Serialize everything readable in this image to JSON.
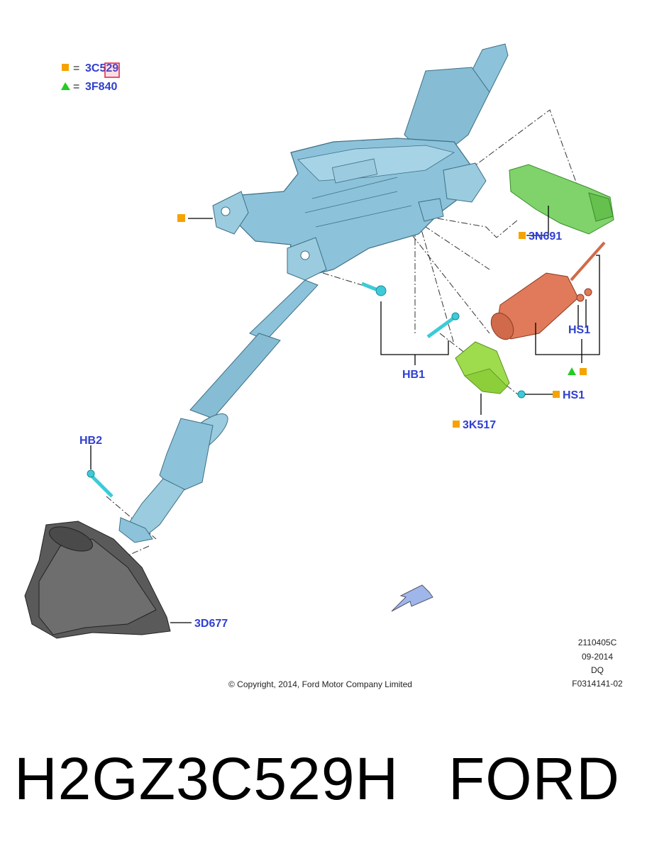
{
  "legend": [
    {
      "symbol": "square",
      "equals": "=",
      "code": "3C529",
      "color": "#f5a300"
    },
    {
      "symbol": "triangle",
      "equals": "=",
      "code": "3F840",
      "color": "#22cc22"
    }
  ],
  "callouts": {
    "c_3n691": "3N691",
    "c_hs1_motor": "HS1",
    "c_hb1": "HB1",
    "c_hs1_module": "HS1",
    "c_3k517": "3K517",
    "c_hb2": "HB2",
    "c_3d677": "3D677"
  },
  "metadata": {
    "illustration_id": "2110405C",
    "date": "09-2014",
    "initials": "DQ",
    "figure_ref": "F0314141-02"
  },
  "copyright": "© Copyright, 2014, Ford Motor Company Limited",
  "footer": {
    "part_number": "H2GZ3C529H",
    "brand": "FORD"
  },
  "colors": {
    "column": "#8cc3da",
    "bracket": "#7fd36a",
    "motor": "#e07a5a",
    "module": "#9edc4e",
    "fastener": "#3ecad8",
    "boot": "#5a5a5a",
    "callout_text": "#2f3fd0",
    "square_marker": "#f5a300",
    "triangle_marker": "#22cc22"
  }
}
